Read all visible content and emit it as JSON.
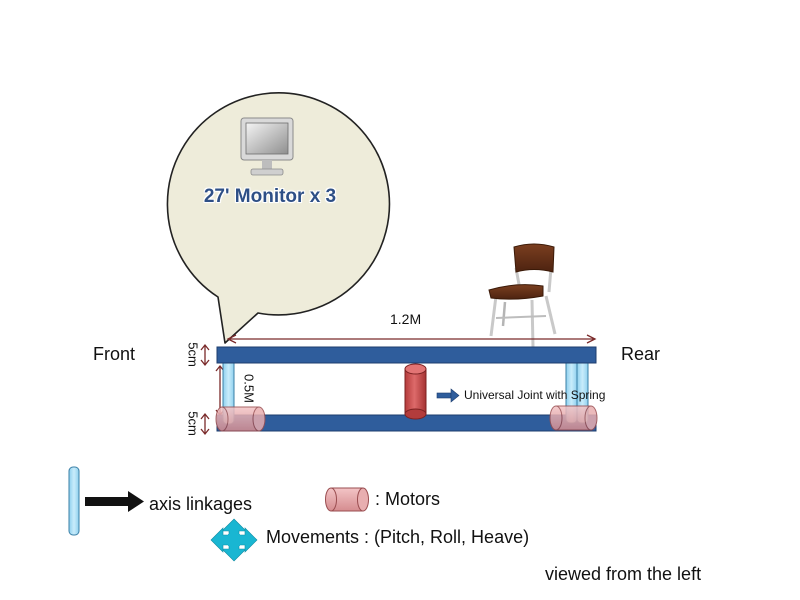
{
  "speech_bubble": {
    "text": "27' Monitor x 3",
    "icon": "monitor-icon"
  },
  "labels": {
    "front": "Front",
    "rear": "Rear",
    "length": "1.2M",
    "height": "0.5M",
    "top_thickness": "5cm",
    "bottom_thickness": "5cm",
    "joint": "Universal Joint with Spring",
    "seat_icon": "chair-icon"
  },
  "legend": {
    "axis": "axis linkages",
    "motors": ": Motors",
    "movements": "Movements : (Pitch, Roll, Heave)"
  },
  "caption": "viewed from the left",
  "colors": {
    "platform": "#2f5d9c",
    "platform_edge": "#1d3d6e",
    "linkage": "#a9def5",
    "motor": "#e4a2a4",
    "joint": "#c94848",
    "dimension": "#7a2a2a",
    "bubble": "#eeecda",
    "movement_arrow": "#19b6d2"
  }
}
